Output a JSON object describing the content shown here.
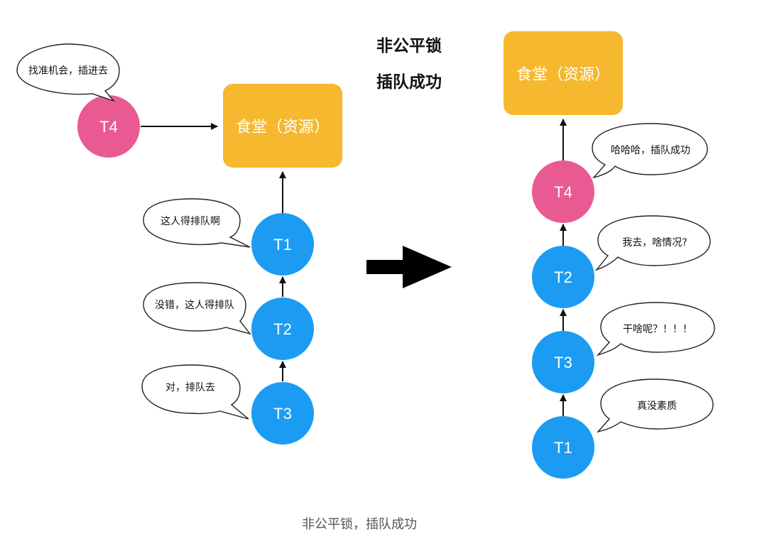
{
  "header": {
    "line1": "非公平锁",
    "line2": "插队成功"
  },
  "caption": "非公平锁，插队成功",
  "colors": {
    "resource": "#f5b82e",
    "thread_blue": "#1b9cf2",
    "thread_pink": "#ea5a92",
    "text_dark": "#111111"
  },
  "left": {
    "resource_label": "食堂（资源）",
    "nodes": {
      "t4": "T4",
      "t1": "T1",
      "t2": "T2",
      "t3": "T3"
    },
    "bubbles": {
      "t4": "找准机会，插进去",
      "t1": "这人得排队啊",
      "t2": "没错，这人得排队",
      "t3": "对，排队去"
    }
  },
  "right": {
    "resource_label": "食堂（资源）",
    "nodes": {
      "t4": "T4",
      "t2": "T2",
      "t3": "T3",
      "t1": "T1"
    },
    "bubbles": {
      "t4": "哈哈哈，插队成功",
      "t2": "我去，啥情况?",
      "t3": "干啥呢？！！！",
      "t1": "真没素质"
    }
  },
  "transition_icon": "big-right-arrow-icon"
}
